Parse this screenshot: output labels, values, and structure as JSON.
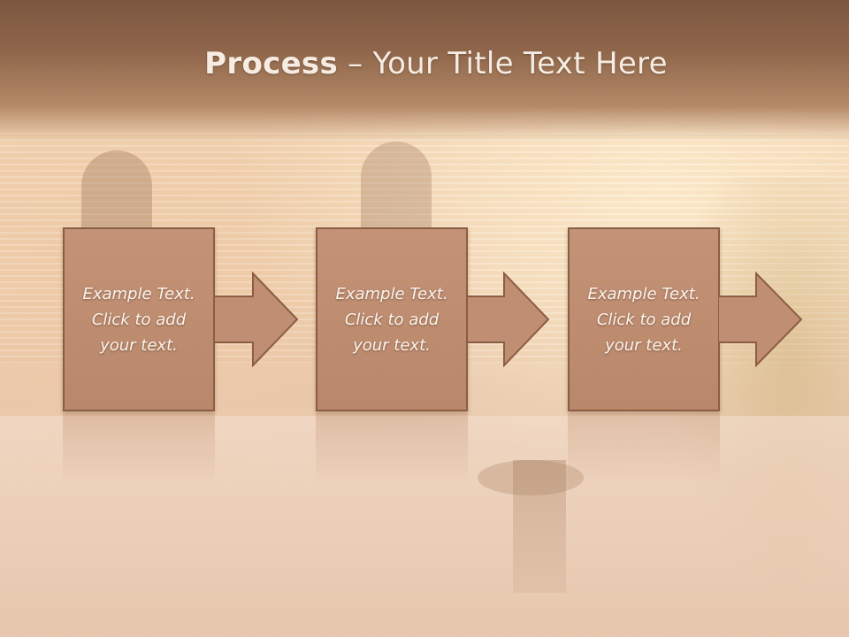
{
  "slide": {
    "title_bold": "Process",
    "title_rest": " – Your Title Text Here",
    "steps": [
      {
        "text": "Example Text.\nClick  to add\nyour text."
      },
      {
        "text": "Example Text.\nClick  to add\nyour text."
      },
      {
        "text": "Example Text.\nClick  to add\nyour text."
      }
    ]
  },
  "colors": {
    "box_fill": "#c49377",
    "box_border": "#8b5e43",
    "title_band": "#8e654a",
    "title_text": "#f6ece2"
  }
}
